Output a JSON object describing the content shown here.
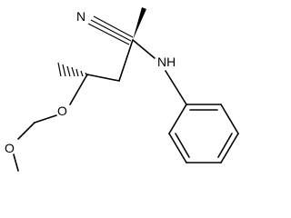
{
  "molecule": {
    "atoms": {
      "nitrile_n": "N",
      "amine": "NH",
      "ether_o": "O",
      "methoxy_o": "O"
    },
    "bond_style": "skeletal",
    "colors": {
      "bond": "#000000",
      "label": "#000000",
      "background": "#ffffff"
    }
  }
}
